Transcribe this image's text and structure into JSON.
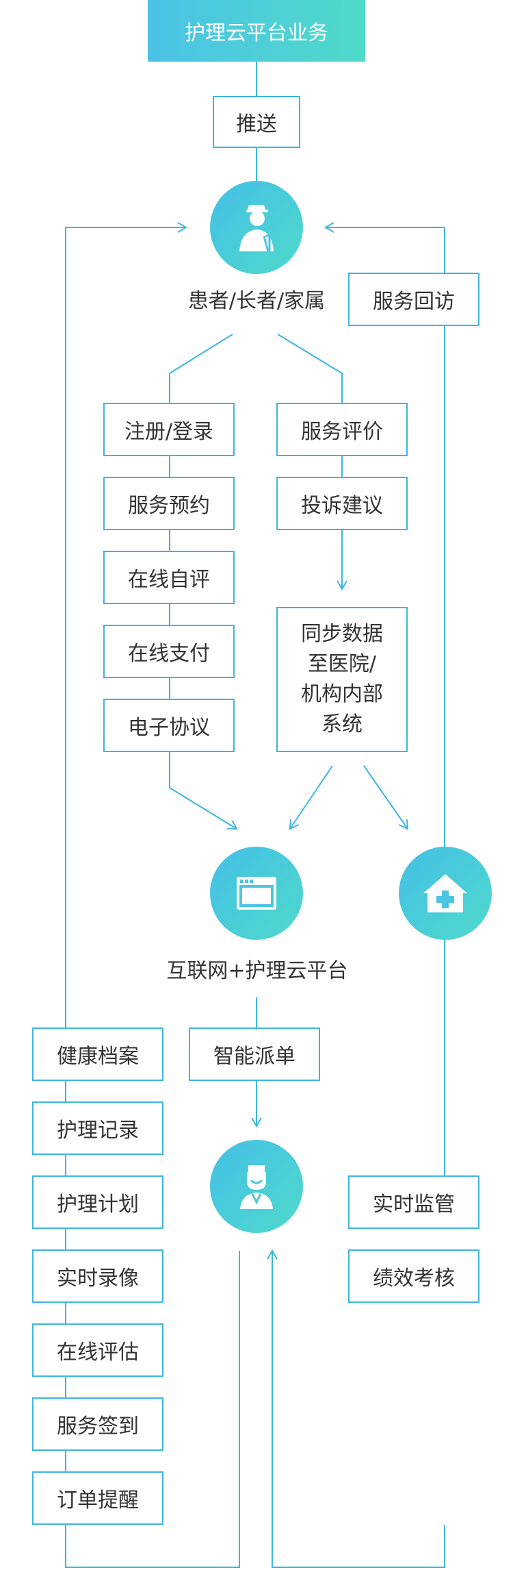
{
  "title": "护理云平台业务",
  "push": "推送",
  "patients": "患者/长者/家属",
  "service_followup": "服务回访",
  "left_flow": [
    "注册/登录",
    "服务预约",
    "在线自评",
    "在线支付",
    "电子协议"
  ],
  "right_flow": [
    "服务评价",
    "投诉建议"
  ],
  "sync_lines": [
    "同步数据",
    "至医院/",
    "机构内部",
    "系统"
  ],
  "platform": "互联网+护理云平台",
  "dispatch": "智能派单",
  "nurse_tasks": [
    "健康档案",
    "护理记录",
    "护理计划",
    "实时录像",
    "在线评估",
    "服务签到",
    "订单提醒"
  ],
  "hospital_tasks": [
    "实时监管",
    "绩效考核"
  ],
  "icons": [
    "elderly-icon",
    "browser-window-icon",
    "hospital-icon",
    "nurse-icon"
  ],
  "colors": {
    "accent": "#3cb6e0",
    "gradient_start": "#4cc2e6",
    "gradient_end": "#4fdac9"
  }
}
